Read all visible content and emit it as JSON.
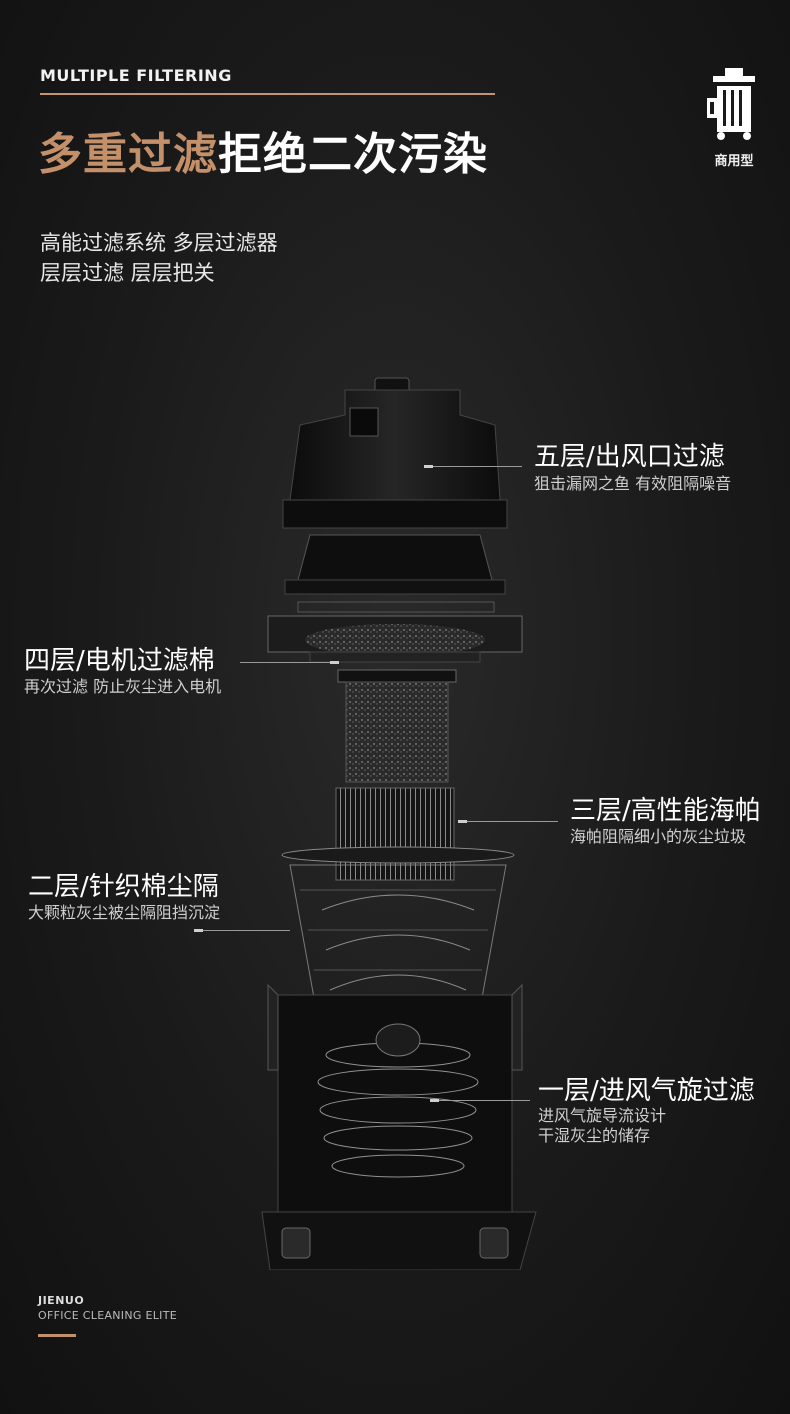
{
  "header": {
    "eyebrow": "MULTIPLE FILTERING",
    "headline_accent": "多重过滤",
    "headline_rest": "拒绝二次污染",
    "badge_label": "商用型",
    "badge_icon": "vacuum-cleaner-icon"
  },
  "intro": {
    "line1": "高能过滤系统 多层过滤器",
    "line2": "层层过滤 层层把关"
  },
  "layers": [
    {
      "title": "五层/出风口过滤",
      "desc": [
        "狙击漏网之鱼 有效阻隔噪音"
      ]
    },
    {
      "title": "四层/电机过滤棉",
      "desc": [
        "再次过滤 防止灰尘进入电机"
      ]
    },
    {
      "title": "三层/高性能海帕",
      "desc": [
        "海帕阻隔细小的灰尘垃圾"
      ]
    },
    {
      "title": "二层/针织棉尘隔",
      "desc": [
        "大颗粒灰尘被尘隔阻挡沉淀"
      ]
    },
    {
      "title": "一层/进风气旋过滤",
      "desc": [
        "进风气旋导流设计",
        "干湿灰尘的储存"
      ]
    }
  ],
  "footer": {
    "brand": "JIENUO",
    "tagline": "OFFICE CLEANING ELITE"
  },
  "colors": {
    "accent": "#c4906a",
    "background": "#1a1a1a",
    "text": "#ffffff"
  }
}
